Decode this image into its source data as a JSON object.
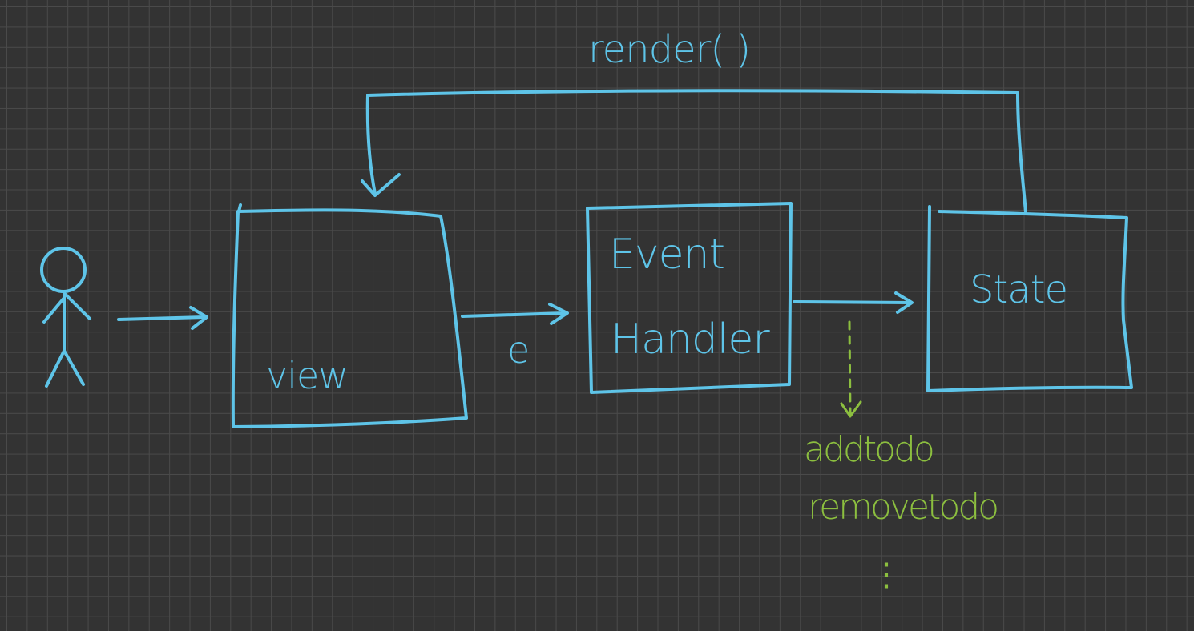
{
  "colors": {
    "background": "#333333",
    "grid": "#4a4a4a",
    "blue_ink": "#5ec4e8",
    "green_ink": "#8cbf3f"
  },
  "labels": {
    "render_call": "render( )",
    "view": "view",
    "event_arg": "e",
    "event_line1": "Event",
    "event_line2": "Handler",
    "state": "State",
    "action_1": "addtodo",
    "action_2": "removetodo",
    "ellipsis": "⋮"
  }
}
